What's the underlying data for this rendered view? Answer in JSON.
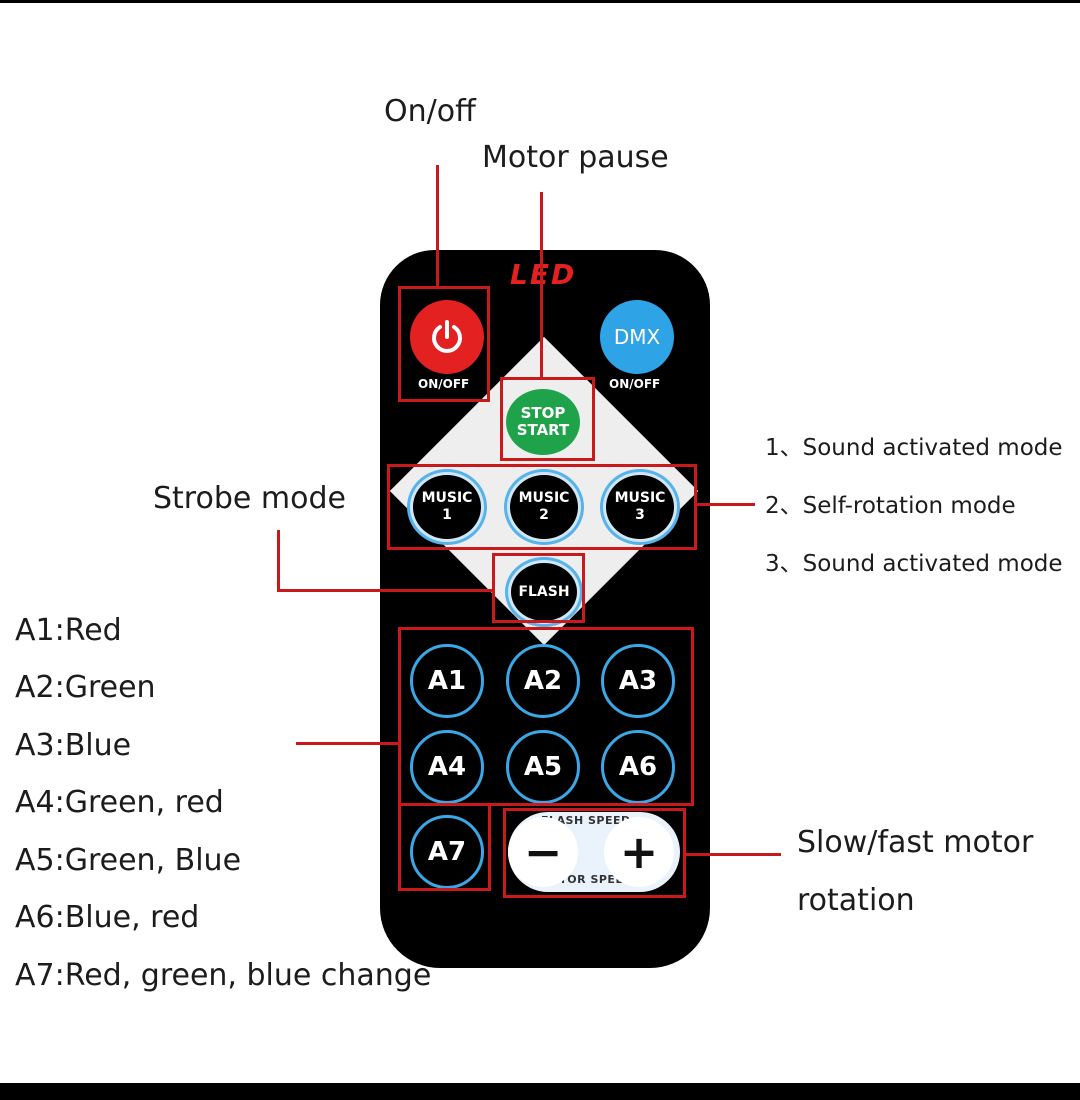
{
  "labels": {
    "on_off": "On/off",
    "motor_pause": "Motor pause",
    "strobe_mode": "Strobe mode",
    "slow_fast_line1": "Slow/fast motor",
    "slow_fast_line2": "rotation"
  },
  "music_modes": [
    "1、Sound activated mode",
    "2、Self-rotation mode",
    "3、Sound activated mode"
  ],
  "color_legend": [
    "A1:Red",
    "A2:Green",
    "A3:Blue",
    "A4:Green, red",
    "A5:Green, Blue",
    "A6:Blue, red",
    "A7:Red, green, blue change"
  ],
  "remote": {
    "brand": "LED",
    "power_icon": "power-icon",
    "power_caption": "ON/OFF",
    "dmx_label": "DMX",
    "dmx_caption": "ON/OFF",
    "stop_line1": "STOP",
    "stop_line2": "START",
    "music": [
      {
        "line1": "MUSIC",
        "line2": "1"
      },
      {
        "line1": "MUSIC",
        "line2": "2"
      },
      {
        "line1": "MUSIC",
        "line2": "3"
      }
    ],
    "flash": "FLASH",
    "a_buttons": [
      "A1",
      "A2",
      "A3",
      "A4",
      "A5",
      "A6",
      "A7"
    ],
    "flash_speed": "FLASH SPEED",
    "motor_speed": "MOTOR SPEED",
    "minus": "−",
    "plus": "+"
  },
  "colors": {
    "annotation": "#c8191b",
    "power_red": "#e32121",
    "dmx_blue": "#2ea3e6",
    "stop_green": "#1fa34a",
    "button_ring": "#3aa8e6"
  }
}
